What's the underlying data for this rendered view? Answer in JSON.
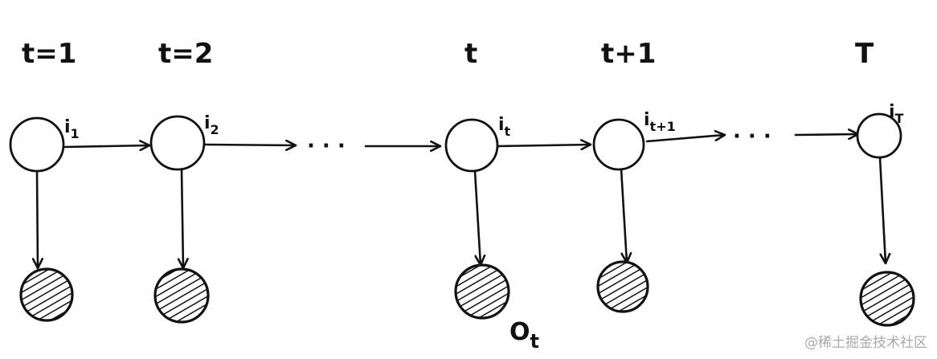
{
  "diagram": {
    "time_labels": [
      "t=1",
      "t=2",
      "t",
      "t+1",
      "T"
    ],
    "state_labels": [
      {
        "base": "i",
        "sub": "1"
      },
      {
        "base": "i",
        "sub": "2"
      },
      {
        "base": "i",
        "sub": "t"
      },
      {
        "base": "i",
        "sub": "t+1"
      },
      {
        "base": "i",
        "sub": "T"
      }
    ],
    "observation_label": {
      "base": "O",
      "sub": "t"
    },
    "ellipsis": "· · ·"
  },
  "colors": {
    "ink": "#111111",
    "background": "#ffffff",
    "watermark": "#a9a9a9"
  },
  "watermark": "@稀土掘金技术社区"
}
